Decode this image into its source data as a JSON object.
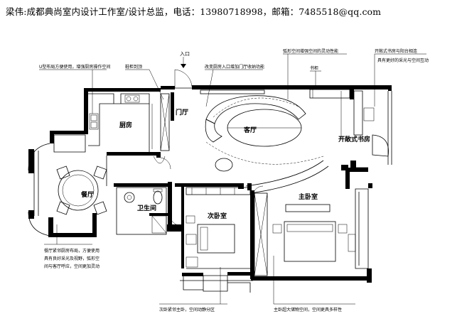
{
  "header": {
    "text": "梁伟:成都典尚室内设计工作室/设计总监，电话：13980718998，邮箱：7485518@qq.com"
  },
  "rooms": {
    "kitchen": "厨房",
    "foyer": "门厅",
    "living": "客厅",
    "study": "开敞式书房",
    "dining": "餐厅",
    "bathroom": "卫生间",
    "second_bedroom": "次卧室",
    "master_bedroom": "主卧室"
  },
  "entrance": "入口",
  "annotations": {
    "u_kitchen": "U型布局方便使用，增强厨房操作空间",
    "shoe_cabinet": "鞋柜到顶",
    "storage_entrance": "改变厨房入口增加门厅收纳功能",
    "arc_space": "弧形空间增强空间的灵动性能",
    "bookcase": "书柜",
    "open_study_line1": "开敞式书房与阳台相连",
    "open_study_line2": "具有更好的采光与空间互动",
    "dining_line1": "餐厅紧邻厨房布局，方便使用",
    "dining_line2": "具有良好采光及视野，弧形空",
    "dining_line3": "间与客厅呼应，空间更加灵动",
    "second_bedroom_note": "次卧紧邻主卧，空间动静分区",
    "master_bedroom_note": "主卧超大储物空间，空间更具多样性"
  }
}
